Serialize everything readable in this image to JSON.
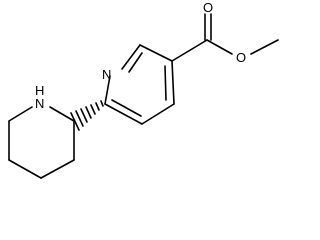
{
  "molecule": {
    "atoms": {
      "ring_nitrogen": "N",
      "piperidine_nitrogen": "N",
      "piperidine_hydrogen": "H",
      "carbonyl_oxygen": "O",
      "ester_oxygen": "O"
    }
  }
}
